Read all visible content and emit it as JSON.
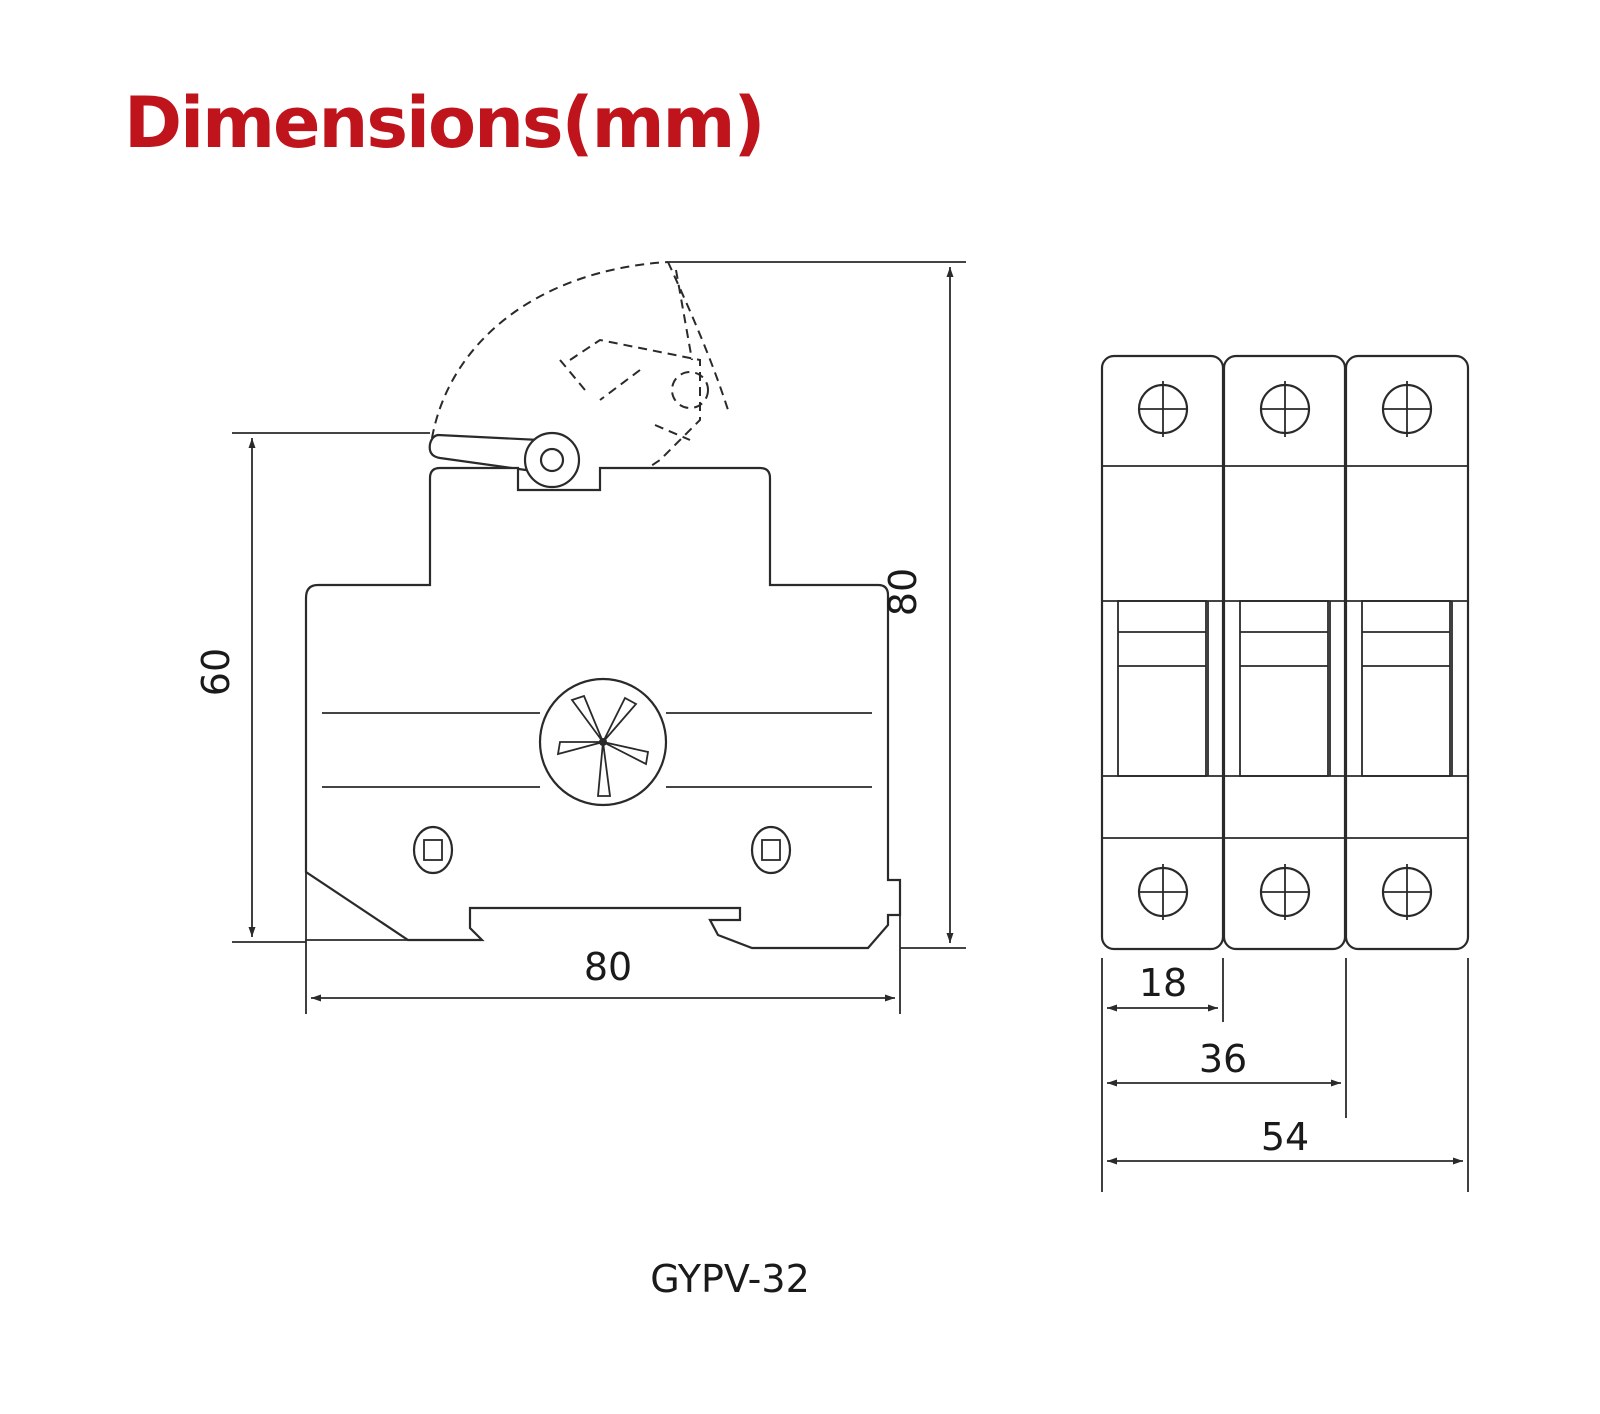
{
  "title": "Dimensions(mm)",
  "model": "GYPV-32",
  "side_view": {
    "height_body": "60",
    "height_total": "80",
    "depth": "80"
  },
  "front_view": {
    "width_1p": "18",
    "width_2p": "36",
    "width_3p": "54"
  }
}
